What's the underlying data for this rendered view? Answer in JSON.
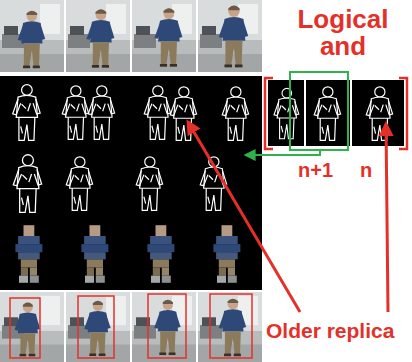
{
  "diagram": {
    "labels": [
      "Logical and",
      "n+1",
      "n",
      "Older replica"
    ]
  }
}
